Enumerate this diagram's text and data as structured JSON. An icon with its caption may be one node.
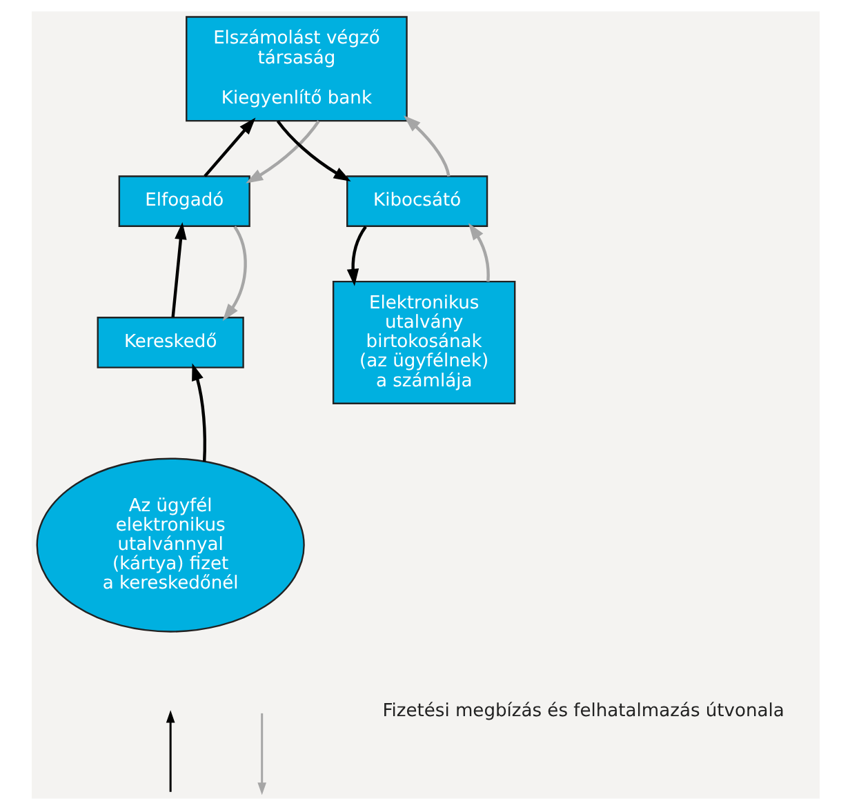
{
  "diagram": {
    "nodes": [
      {
        "text": [
          "Elszámolást végző társaság",
          "Kiegyenlítő bank"
        ]
      },
      {
        "text": [
          "Elfogadó"
        ]
      },
      {
        "text": [
          "Kibocsátó"
        ]
      },
      {
        "text": [
          "Kereskedő"
        ]
      },
      {
        "text": [
          "Elektronikus utalvány birtokosának (az ügyfélnek) a számlája"
        ]
      },
      {
        "text": [
          "Az ügyfél elektronikus utalvánnyal (kártya) fizet a kereskedőnél"
        ]
      }
    ],
    "edges": [
      {
        "from": 1,
        "to": 0,
        "arrow": "to"
      },
      {
        "from": 0,
        "to": 1,
        "arrow": "to",
        "color": "#a6a6a6"
      },
      {
        "from": 0,
        "to": 2,
        "arrow": "to"
      },
      {
        "from": 2,
        "to": 0,
        "arrow": "to",
        "color": "#a6a6a6"
      },
      {
        "from": 3,
        "to": 1,
        "arrow": "to"
      },
      {
        "from": 1,
        "to": 3,
        "arrow": "to",
        "color": "#a6a6a6"
      },
      {
        "from": 2,
        "to": 4,
        "arrow": "to"
      },
      {
        "from": 4,
        "to": 2,
        "arrow": "to",
        "color": "#a6a6a6"
      },
      {
        "from": 5,
        "to": 3,
        "arrow": "to"
      }
    ],
    "legend": [
      {
        "text": "Fizetési megbízás és felhatalmazás útvonala"
      }
    ]
  }
}
